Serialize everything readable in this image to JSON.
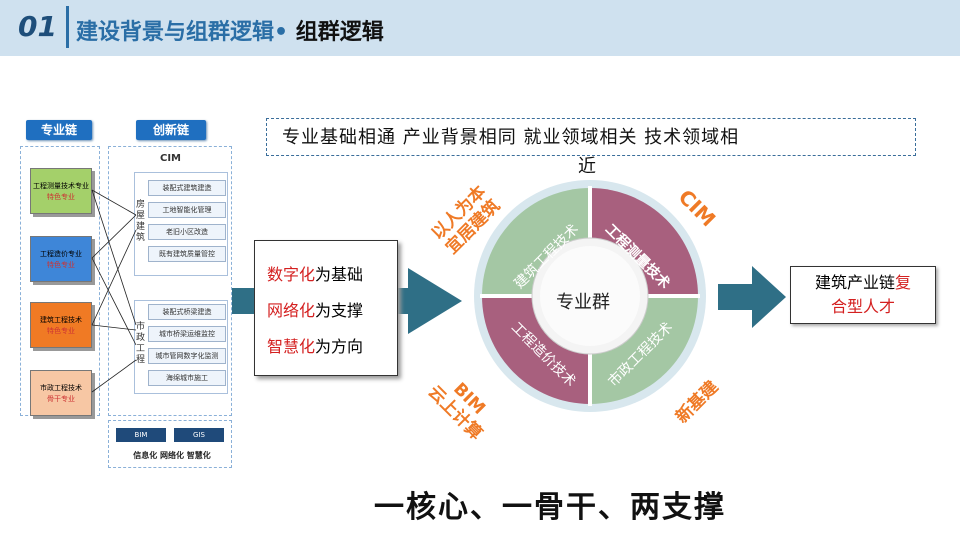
{
  "header": {
    "number": "01",
    "title": "建设背景与组群逻辑",
    "separator": "•",
    "subtitle": "组群逻辑"
  },
  "left": {
    "tag1": "专业链",
    "tag2": "创新链",
    "cubes": [
      {
        "line1": "工程测量技术专业",
        "line2": "特色专业",
        "color": "#a4d06a"
      },
      {
        "line1": "工程造价专业",
        "line2": "特色专业",
        "color": "#3e86d8"
      },
      {
        "line1": "建筑工程技术",
        "line2": "特色专业",
        "color": "#f07a24"
      },
      {
        "line1": "市政工程技术",
        "line2": "骨干专业",
        "color": "#f7c7a4"
      }
    ],
    "cim": "CIM",
    "group1_label": "房屋建筑",
    "group1_items": [
      "装配式建筑建造",
      "工地智能化管理",
      "老旧小区改造",
      "既有建筑质量管控"
    ],
    "group2_label": "市政工程",
    "group2_items": [
      "装配式桥梁建造",
      "城市桥梁运维监控",
      "城市管网数字化监测",
      "海绵城市施工"
    ],
    "bim": "BIM",
    "gis": "GIS",
    "footer": "信息化 网络化 智慧化"
  },
  "banner": {
    "text1": "专业基础相通 产业背景相同 就业领域相关 技术领域相",
    "text2": "近"
  },
  "middle": {
    "l1_red": "数字化",
    "l1_rest": "为基础",
    "l2_red": "网络化",
    "l2_rest": "为支撑",
    "l3_red": "智慧化",
    "l3_rest": "为方向"
  },
  "circle": {
    "center": "专业群",
    "q_tl": "建筑工程技术",
    "q_tr": "工程测量技术",
    "q_bl": "工程造价技术",
    "q_br": "市政工程技术",
    "lab_tl1": "以人为本",
    "lab_tl2": "宜居建筑",
    "lab_tr": "CIM",
    "lab_bl1": "BIM",
    "lab_bl2": "云上计算",
    "lab_br": "新基建"
  },
  "right": {
    "l1_a": "建筑产业链",
    "l1_red": "复",
    "l2_red": "合型人才"
  },
  "slogan": "一核心、一骨干、两支撑"
}
